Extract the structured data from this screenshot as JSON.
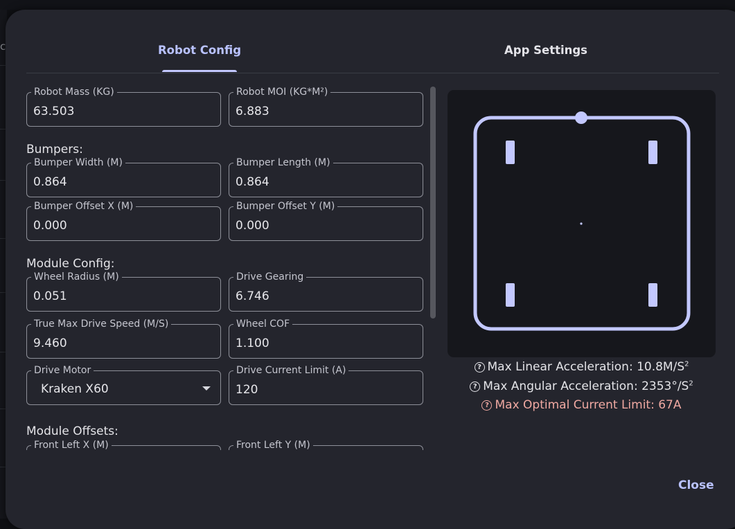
{
  "tabs": [
    {
      "label": "Robot Config",
      "active": true
    },
    {
      "label": "App Settings",
      "active": false
    }
  ],
  "background_glyph": "cl",
  "fields": {
    "robot_mass": {
      "label": "Robot Mass (KG)",
      "value": "63.503"
    },
    "robot_moi": {
      "label": "Robot MOI (KG*M²)",
      "value": "6.883"
    },
    "bumper_width": {
      "label": "Bumper Width (M)",
      "value": "0.864"
    },
    "bumper_length": {
      "label": "Bumper Length (M)",
      "value": "0.864"
    },
    "bumper_offset_x": {
      "label": "Bumper Offset X (M)",
      "value": "0.000"
    },
    "bumper_offset_y": {
      "label": "Bumper Offset Y (M)",
      "value": "0.000"
    },
    "wheel_radius": {
      "label": "Wheel Radius (M)",
      "value": "0.051"
    },
    "drive_gearing": {
      "label": "Drive Gearing",
      "value": "6.746"
    },
    "true_max_speed": {
      "label": "True Max Drive Speed (M/S)",
      "value": "9.460"
    },
    "wheel_cof": {
      "label": "Wheel COF",
      "value": "1.100"
    },
    "drive_motor": {
      "label": "Drive Motor",
      "value": "Kraken X60"
    },
    "drive_current_limit": {
      "label": "Drive Current Limit (A)",
      "value": "120"
    },
    "front_left_x": {
      "label": "Front Left X (M)",
      "value": ""
    },
    "front_left_y": {
      "label": "Front Left Y (M)",
      "value": ""
    }
  },
  "sections": {
    "bumpers": "Bumpers:",
    "module_config": "Module Config:",
    "module_offsets": "Module Offsets:"
  },
  "stats": {
    "linear_prefix": "Max Linear Acceleration: 10.8M/S",
    "angular_prefix": "Max Angular Acceleration: 2353°/S",
    "current_limit": "Max Optimal Current Limit: 67A",
    "squared": "2"
  },
  "close_label": "Close",
  "colors": {
    "accent": "#b9c2ff",
    "robot_outline": "#c3c8ff",
    "warning": "#f0a9a2",
    "dialog_bg": "#24252d",
    "preview_bg": "#16171c"
  }
}
